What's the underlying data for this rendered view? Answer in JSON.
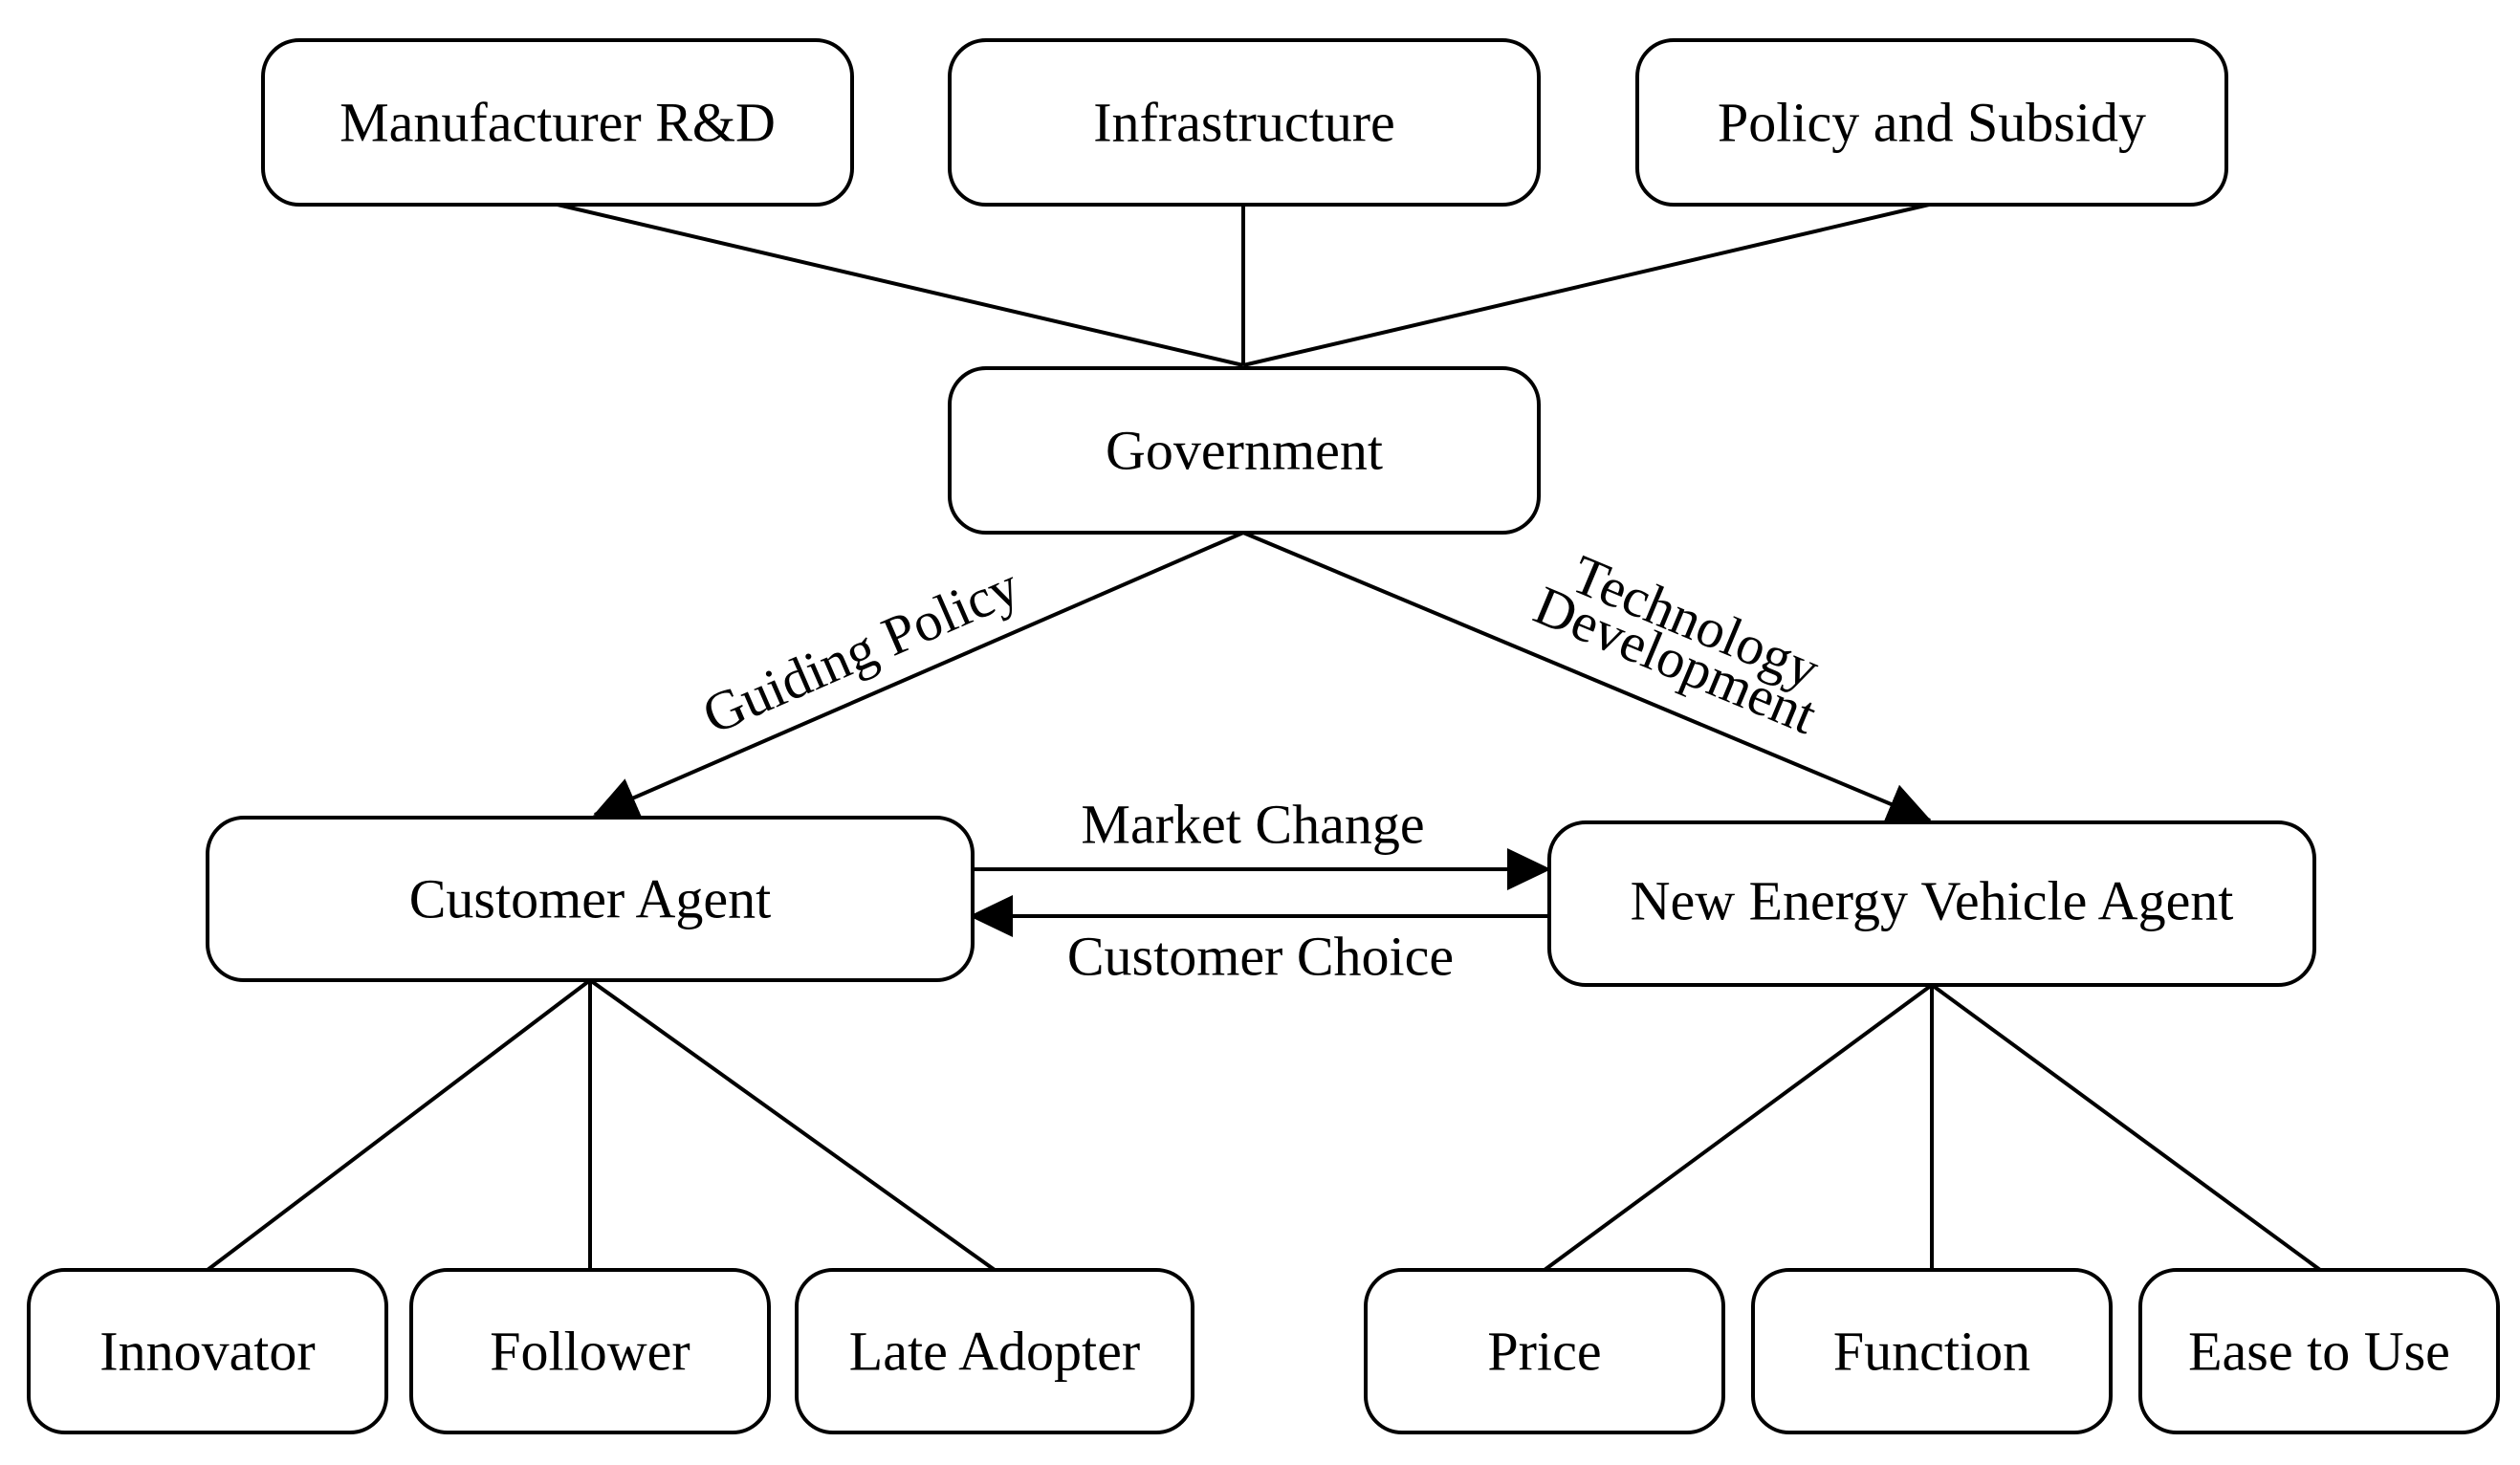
{
  "nodes": {
    "manufacturer_rd": "Manufacturer R&D",
    "infrastructure": "Infrastructure",
    "policy_subsidy": "Policy and Subsidy",
    "government": "Government",
    "customer_agent": "Customer Agent",
    "nev_agent": "New Energy Vehicle Agent",
    "innovator": "Innovator",
    "follower": "Follower",
    "late_adopter": "Late Adopter",
    "price": "Price",
    "function": "Function",
    "ease_to_use": "Ease to Use"
  },
  "edges": {
    "guiding_policy": "Guiding Policy",
    "technology": "Technology",
    "development": "Development",
    "market_change": "Market Change",
    "customer_choice": "Customer Choice"
  },
  "colors": {
    "stroke": "#000000",
    "fill": "#ffffff"
  }
}
